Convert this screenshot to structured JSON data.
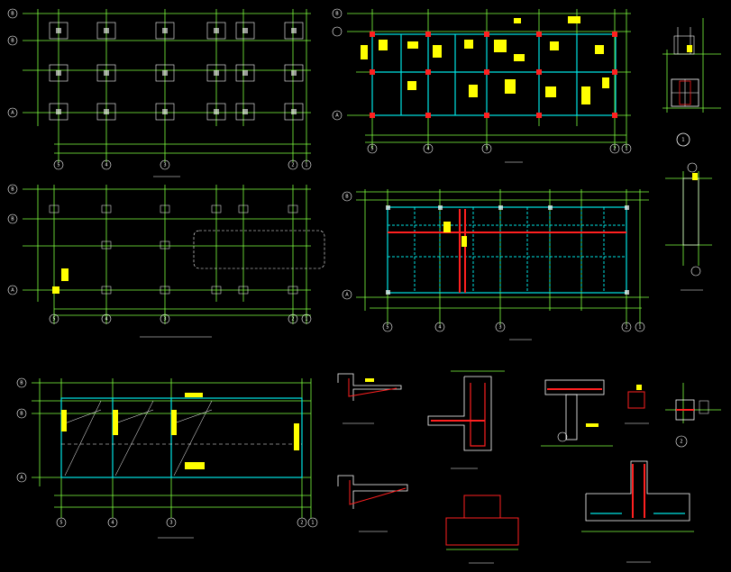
{
  "drawing": {
    "background": "#000000",
    "colors": {
      "grid": "#7fff3f",
      "beam": "#00e5e5",
      "rebar": "#ff2020",
      "note": "#ffff00",
      "text": "#ffffff"
    }
  },
  "panels": {
    "foundation_plan": {
      "row_axes": [
        "B",
        "B",
        "A"
      ],
      "col_axes": [
        "5",
        "4",
        "3",
        "2",
        "1"
      ]
    },
    "roof_frame": {
      "row_axes": [
        "B",
        "A"
      ],
      "col_axes": [
        "5",
        "4",
        "3",
        "2",
        "1"
      ]
    },
    "column_plan": {
      "row_axes": [
        "B",
        "B",
        "A"
      ],
      "col_axes": [
        "5",
        "4",
        "3",
        "2",
        "1"
      ]
    },
    "roof_plan": {
      "row_axes": [
        "B",
        "A"
      ],
      "col_axes": [
        "5",
        "4",
        "3",
        "2",
        "1"
      ]
    },
    "section": {
      "row_axes": [
        "B",
        "B",
        "A"
      ],
      "col_axes": [
        "5",
        "4",
        "3",
        "2",
        "1"
      ]
    },
    "detail_1": {
      "label": "1"
    },
    "detail_2": {
      "label": "2"
    }
  }
}
